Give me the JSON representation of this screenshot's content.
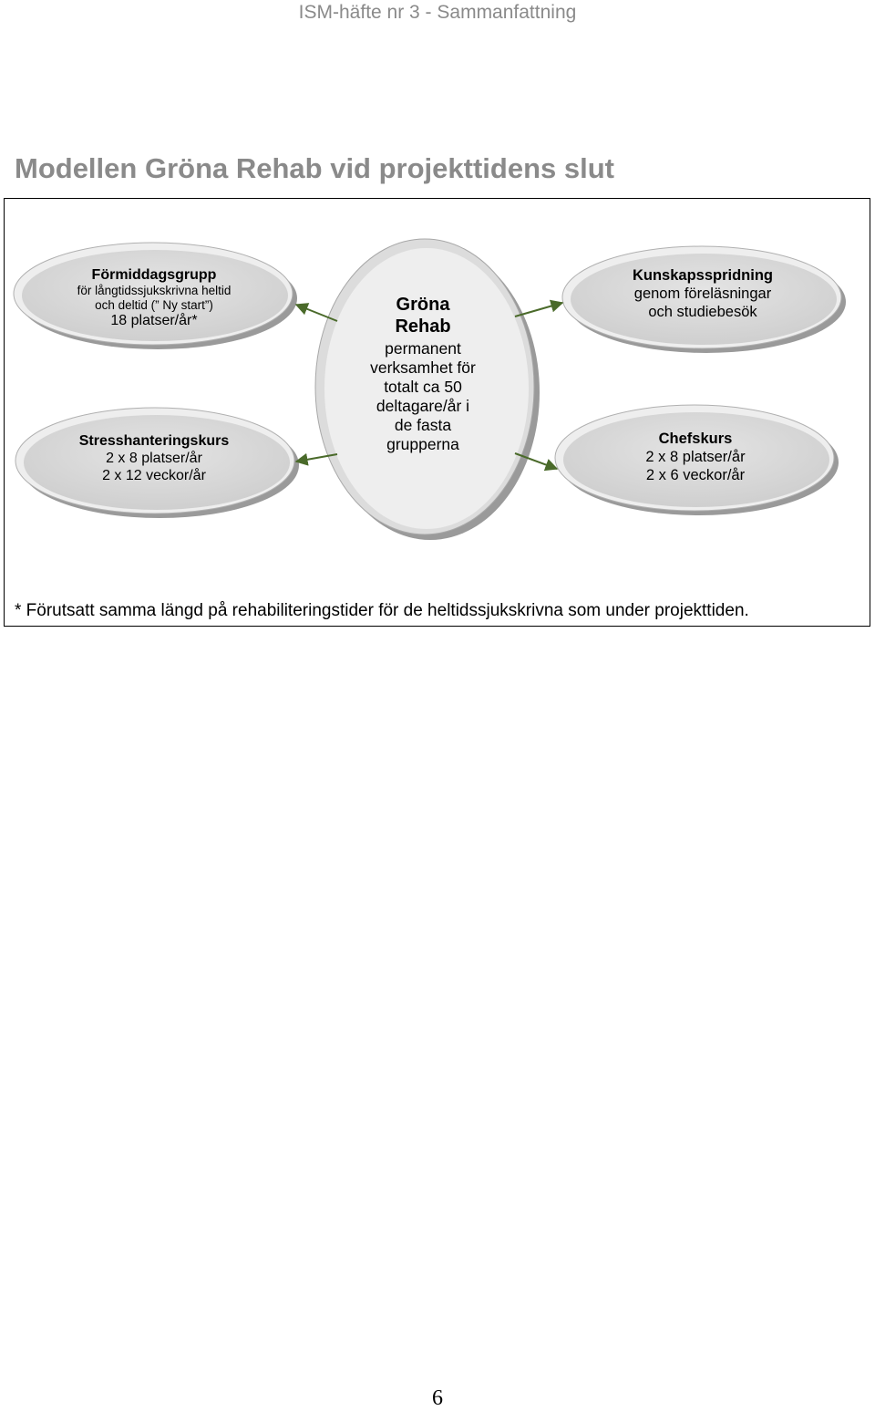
{
  "header": {
    "text": "ISM-häfte nr 3 - Sammanfattning"
  },
  "title": "Modellen Gröna Rehab vid projekttidens slut",
  "diagram": {
    "center": {
      "title_line1": "Gröna",
      "title_line2": "Rehab",
      "lines": [
        "permanent",
        "verksamhet för",
        "totalt ca 50",
        "deltagare/år i",
        "de fasta",
        "grupperna"
      ]
    },
    "left_top": {
      "title": "Förmiddagsgrupp",
      "lines": [
        "för långtidssjukskrivna heltid",
        "och deltid (” Ny start”)",
        "18 platser/år*"
      ]
    },
    "left_bottom": {
      "title": "Stresshanteringskurs",
      "lines": [
        "2 x 8 platser/år",
        "2 x 12 veckor/år"
      ]
    },
    "right_top": {
      "title": "Kunskapsspridning",
      "lines": [
        "genom föreläsningar",
        "och studiebesök"
      ]
    },
    "right_bottom": {
      "title": "Chefskurs",
      "lines": [
        "2 x 8 platser/år",
        "2 x 6 veckor/år"
      ]
    },
    "colors": {
      "ellipse_fill": "#d4d4d4",
      "ellipse_highlight": "#eeeeee",
      "ellipse_shadow": "#9a9a9a",
      "center_fill": "#eeeeee",
      "arrow": "#4a6a2a"
    }
  },
  "footnote": "* Förutsatt samma längd på rehabiliteringstider för de heltidssjukskrivna som under projekttiden.",
  "page_number": "6"
}
